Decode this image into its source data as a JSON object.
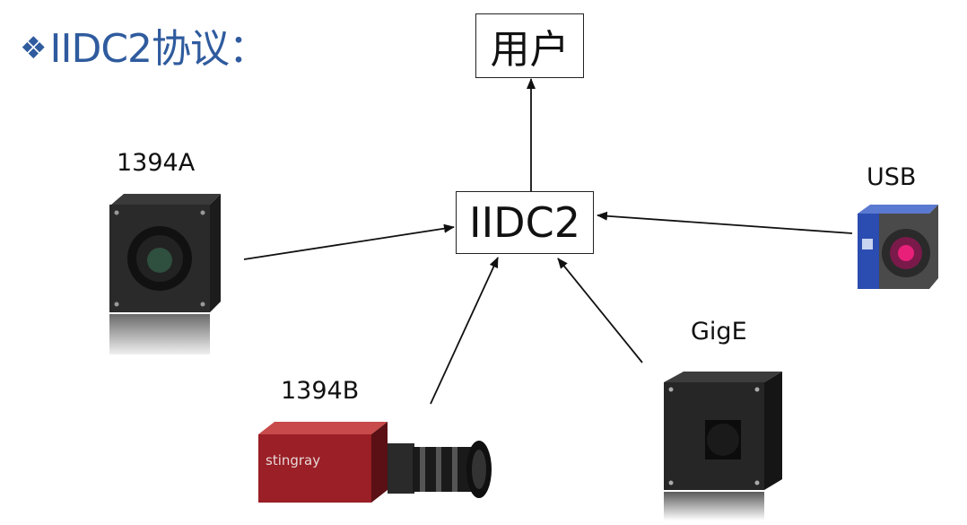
{
  "title": {
    "bullet": "❖",
    "text": "IIDC2协议："
  },
  "nodes": {
    "user": "用户",
    "iidc2": "IIDC2",
    "cam_1394a": "1394A",
    "cam_1394b": "1394B",
    "cam_usb": "USB",
    "cam_gige": "GigE"
  },
  "stingray_brand": "stingray"
}
